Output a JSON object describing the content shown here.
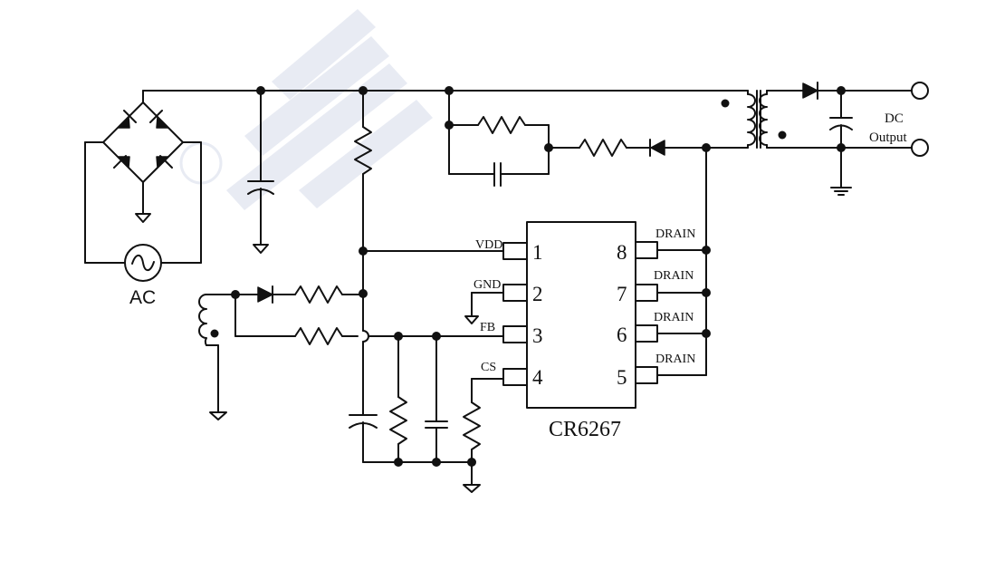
{
  "chip": {
    "name": "CR6267",
    "pins_left": [
      {
        "num": "1",
        "name": "VDD"
      },
      {
        "num": "2",
        "name": "GND"
      },
      {
        "num": "3",
        "name": "FB"
      },
      {
        "num": "4",
        "name": "CS"
      }
    ],
    "pins_right": [
      {
        "num": "8",
        "name": "DRAIN"
      },
      {
        "num": "7",
        "name": "DRAIN"
      },
      {
        "num": "6",
        "name": "DRAIN"
      },
      {
        "num": "5",
        "name": "DRAIN"
      }
    ]
  },
  "labels": {
    "ac": "AC",
    "dc_line1": "DC",
    "dc_line2": "Output"
  },
  "colors": {
    "wire": "#111111",
    "background": "#ffffff",
    "watermark": "#d6dbe9"
  }
}
